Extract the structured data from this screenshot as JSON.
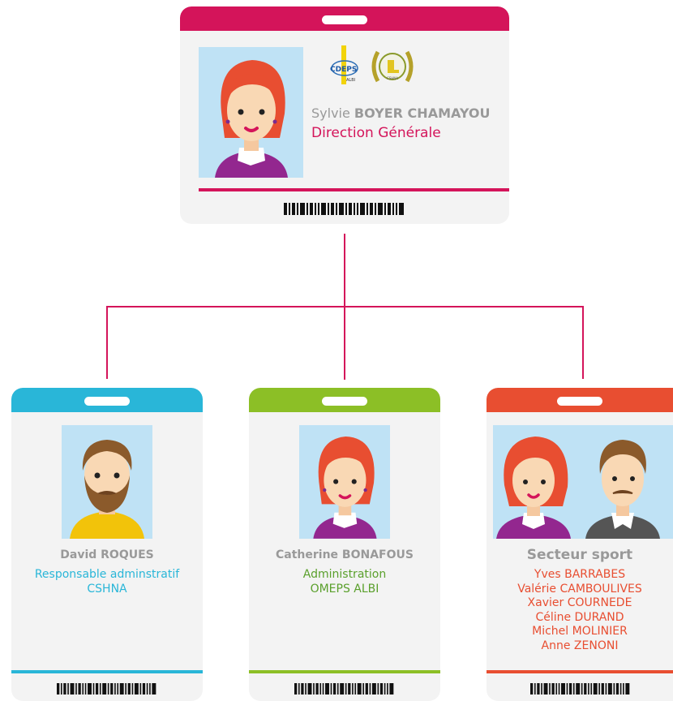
{
  "director": {
    "first_name": "Sylvie",
    "last_name": "BOYER CHAMAYOU",
    "role": "Direction Générale",
    "accent": "#d4145a",
    "logo_left_text": "CDEPS",
    "logo_left_sub": "ALBI",
    "logo_right_text": "CSHNA"
  },
  "cards": [
    {
      "name": "David ROQUES",
      "lines": [
        "Responsable adminstratif",
        "CSHNA"
      ],
      "accent": "#29b6d8",
      "photo": "bearded-man"
    },
    {
      "name": "Catherine BONAFOUS",
      "lines": [
        "Administration",
        "OMEPS ALBI"
      ],
      "accent": "#8cbf26",
      "photo": "red-haired-woman"
    },
    {
      "name": "Secteur sport",
      "lines": [
        "Yves BARRABES",
        "Valérie CAMBOULIVES",
        "Xavier COURNEDE",
        "Céline DURAND",
        "Michel MOLINIER",
        "Anne ZENONI"
      ],
      "accent": "#e84e31",
      "photo": "woman-and-man"
    }
  ],
  "colors": {
    "connector": "#d4145a",
    "card_bg": "#f3f3f3",
    "name_gray": "#999999",
    "photo_bg": "#bfe2f5"
  }
}
